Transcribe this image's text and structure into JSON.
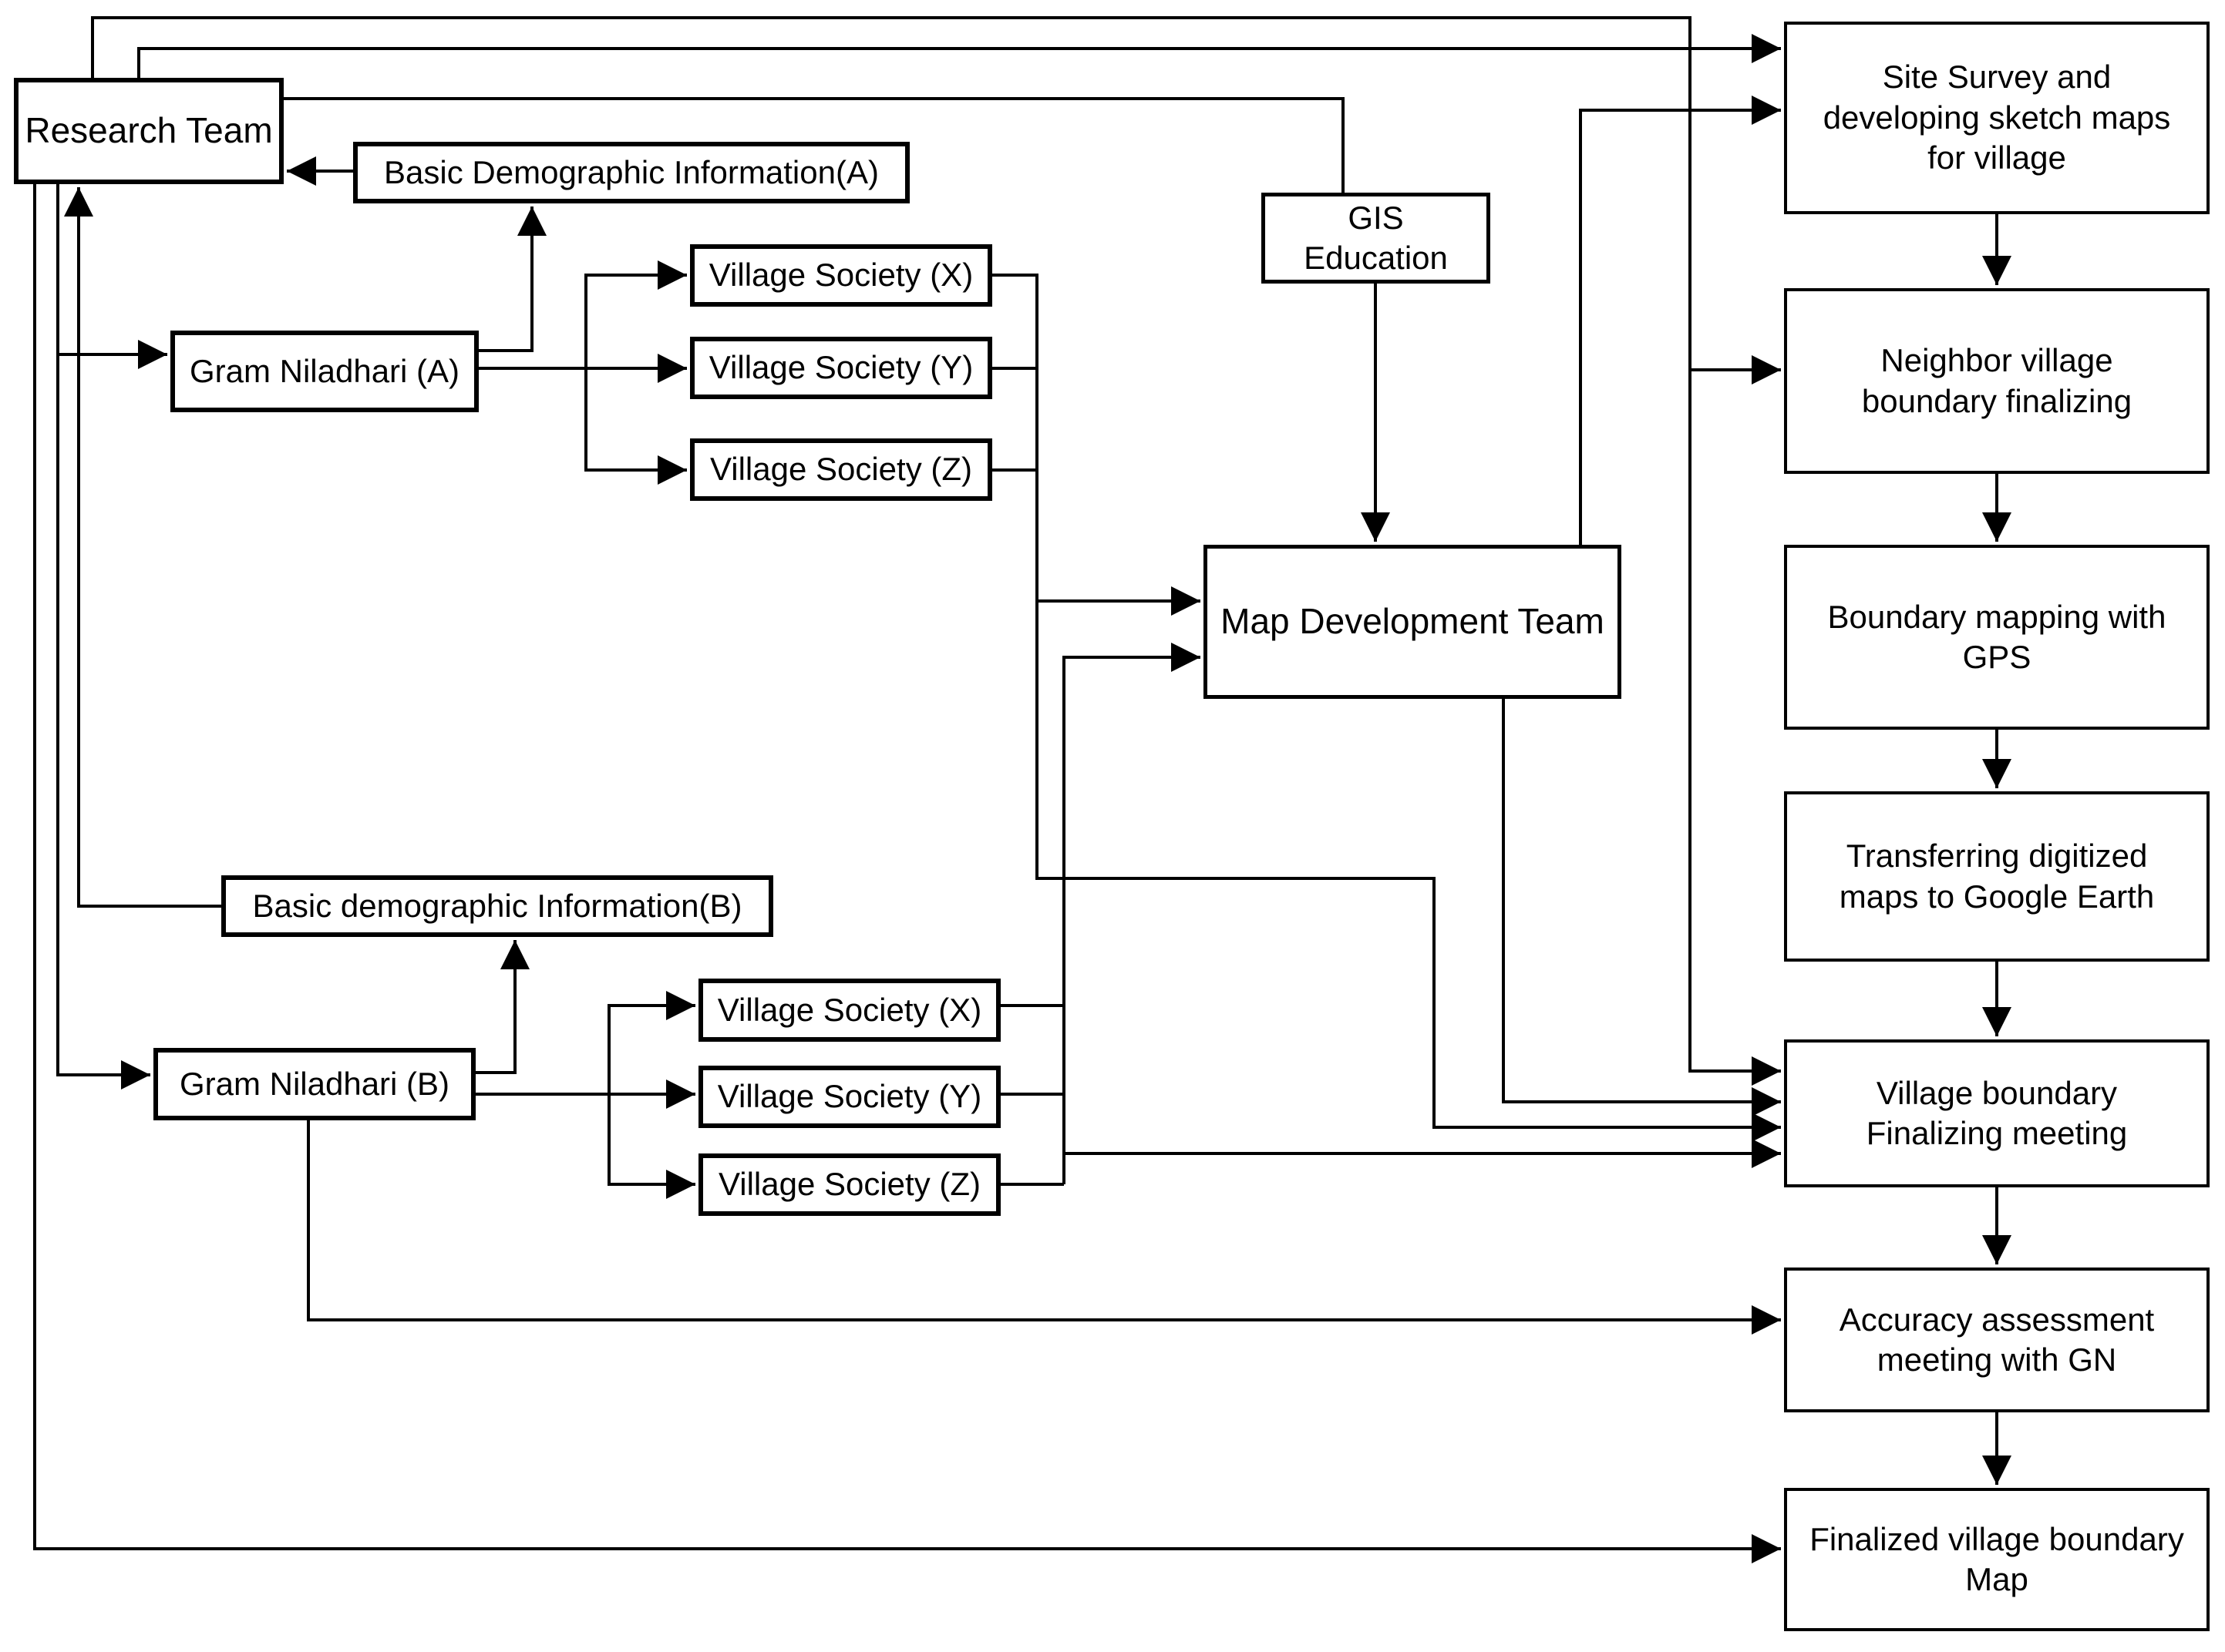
{
  "diagram_colors": {
    "line": "#000000",
    "box_border": "#000000",
    "background": "#ffffff",
    "text": "#000000"
  },
  "nodes": {
    "research_team": {
      "label": "Research Team"
    },
    "basic_demographic_a": {
      "label": "Basic Demographic Information(A)"
    },
    "gis_education": {
      "label": "GIS\nEducation"
    },
    "gram_niladhari_a": {
      "label": "Gram Niladhari (A)"
    },
    "village_society_x_top": {
      "label": "Village Society (X)"
    },
    "village_society_y_top": {
      "label": "Village Society (Y)"
    },
    "village_society_z_top": {
      "label": "Village Society (Z)"
    },
    "map_development_team": {
      "label": "Map Development Team"
    },
    "basic_demographic_b": {
      "label": "Basic demographic Information(B)"
    },
    "gram_niladhari_b": {
      "label": "Gram Niladhari (B)"
    },
    "village_society_x_bot": {
      "label": "Village Society (X)"
    },
    "village_society_y_bot": {
      "label": "Village Society (Y)"
    },
    "village_society_z_bot": {
      "label": "Village Society (Z)"
    },
    "site_survey": {
      "label": "Site Survey and\ndeveloping sketch maps\nfor village"
    },
    "neighbor_village": {
      "label": "Neighbor village\nboundary finalizing"
    },
    "boundary_gps": {
      "label": "Boundary mapping with\nGPS"
    },
    "transfer_google_earth": {
      "label": "Transferring digitized\nmaps to Google Earth"
    },
    "village_meeting": {
      "label": "Village  boundary\nFinalizing meeting"
    },
    "accuracy_meeting": {
      "label": "Accuracy assessment\nmeeting with GN"
    },
    "finalized_map": {
      "label": "Finalized village boundary\nMap"
    }
  },
  "edges": [
    {
      "from": "research_team",
      "to": "site_survey"
    },
    {
      "from": "research_team",
      "to": "village_meeting"
    },
    {
      "from": "research_team",
      "to": "neighbor_village"
    },
    {
      "from": "research_team",
      "to": "gis_education"
    },
    {
      "from": "research_team",
      "to": "gram_niladhari_a"
    },
    {
      "from": "research_team",
      "to": "gram_niladhari_b"
    },
    {
      "from": "research_team",
      "to": "finalized_map"
    },
    {
      "from": "basic_demographic_a",
      "to": "research_team"
    },
    {
      "from": "basic_demographic_b",
      "to": "research_team"
    },
    {
      "from": "gram_niladhari_a",
      "to": "basic_demographic_a"
    },
    {
      "from": "gram_niladhari_a",
      "to": "village_society_x_top"
    },
    {
      "from": "gram_niladhari_a",
      "to": "village_society_y_top"
    },
    {
      "from": "gram_niladhari_a",
      "to": "village_society_z_top"
    },
    {
      "from": "gram_niladhari_b",
      "to": "basic_demographic_b"
    },
    {
      "from": "gram_niladhari_b",
      "to": "village_society_x_bot"
    },
    {
      "from": "gram_niladhari_b",
      "to": "village_society_y_bot"
    },
    {
      "from": "gram_niladhari_b",
      "to": "village_society_z_bot"
    },
    {
      "from": "gram_niladhari_b",
      "to": "accuracy_meeting"
    },
    {
      "from": "village_societies_top",
      "to": "map_development_team"
    },
    {
      "from": "village_societies_top",
      "to": "village_meeting"
    },
    {
      "from": "village_societies_bottom",
      "to": "map_development_team"
    },
    {
      "from": "village_societies_bottom",
      "to": "village_meeting"
    },
    {
      "from": "gis_education",
      "to": "map_development_team"
    },
    {
      "from": "map_development_team",
      "to": "site_survey"
    },
    {
      "from": "map_development_team",
      "to": "village_meeting"
    },
    {
      "from": "site_survey",
      "to": "neighbor_village"
    },
    {
      "from": "neighbor_village",
      "to": "boundary_gps"
    },
    {
      "from": "boundary_gps",
      "to": "transfer_google_earth"
    },
    {
      "from": "transfer_google_earth",
      "to": "village_meeting"
    },
    {
      "from": "village_meeting",
      "to": "accuracy_meeting"
    },
    {
      "from": "accuracy_meeting",
      "to": "finalized_map"
    }
  ]
}
